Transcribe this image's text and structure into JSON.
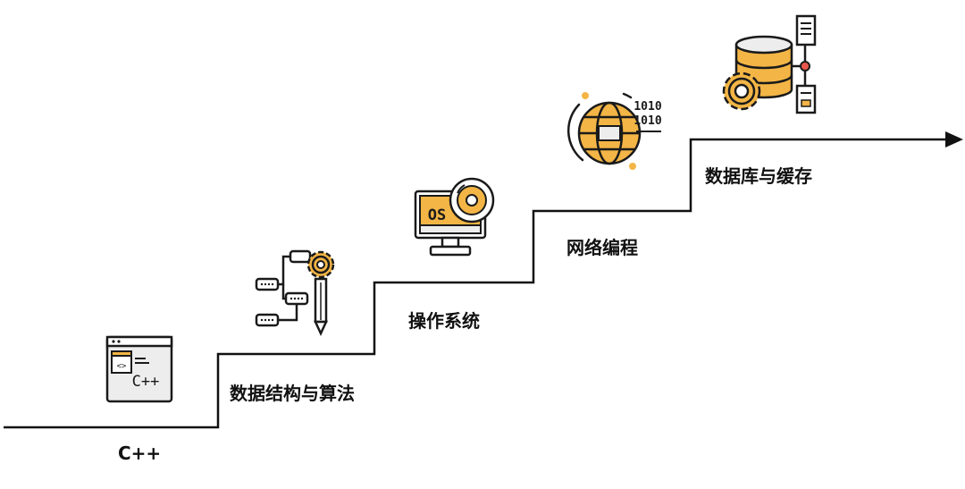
{
  "colors": {
    "line": "#111111",
    "accent": "#F3B545",
    "icon_stroke": "#1a1a1a",
    "icon_fill_light": "#EDEDED"
  },
  "stages": [
    {
      "label": "C++",
      "icon": "cpp-code-window-icon"
    },
    {
      "label": "数据结构与算法",
      "icon": "flowchart-gear-pencil-icon"
    },
    {
      "label": "操作系统",
      "icon": "os-monitor-disc-icon"
    },
    {
      "label": "网络编程",
      "icon": "globe-binary-icon"
    },
    {
      "label": "数据库与缓存",
      "icon": "database-gear-server-icon"
    }
  ],
  "icon_text": {
    "cpp_code": "<>",
    "cpp_lang": "C++",
    "os": "OS",
    "binary_1": "1010",
    "binary_2": "1010"
  }
}
